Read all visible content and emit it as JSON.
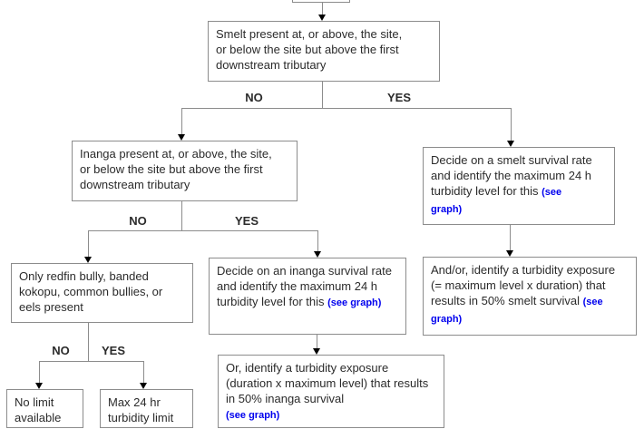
{
  "diagram": {
    "type": "flowchart",
    "topic": "Decision tree for setting turbidity limits based on fish species present"
  },
  "colors": {
    "box_border": "#8c8c8c",
    "connector": "#8c8c8c",
    "arrowhead": "#000000",
    "text": "#2b2b2b",
    "link": "#0000ee",
    "background": "#ffffff"
  },
  "labels": {
    "no": "NO",
    "yes": "YES",
    "see_graph": "(see graph)"
  },
  "nodes": {
    "smelt_question": {
      "text": "Smelt present at, or above, the site, or below the site but above the first downstream tributary"
    },
    "inanga_question": {
      "text": "Inanga present at, or above, the site, or below the site but above the first downstream tributary"
    },
    "decide_smelt": {
      "text": "Decide on a smelt survival rate and identify the maximum 24 h turbidity level for this",
      "link": "(see graph)"
    },
    "only_redfin": {
      "text": "Only redfin bully, banded kokopu, common bullies, or eels present"
    },
    "decide_inanga": {
      "text": "Decide on an inanga survival rate and identify the maximum 24 h turbidity level for this",
      "link": "(see graph)"
    },
    "andor_smelt": {
      "text": "And/or, identify a turbidity exposure (= maximum level x duration) that results in 50% smelt survival",
      "link": "(see graph)"
    },
    "no_limit": {
      "text": "No limit available"
    },
    "max_24hr": {
      "text": "Max 24 hr turbidity limit"
    },
    "or_inanga": {
      "text": "Or, identify a turbidity exposure (duration x maximum level) that results in 50% inanga survival",
      "link": "(see graph)"
    }
  }
}
